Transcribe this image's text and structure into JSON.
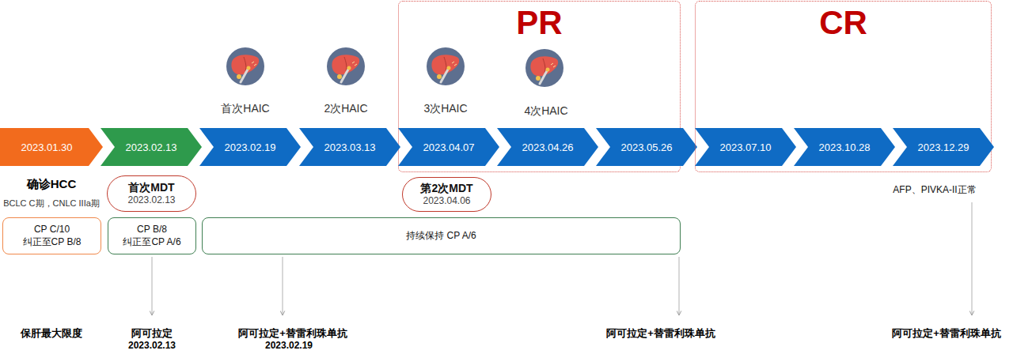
{
  "diagram": {
    "nodes": [
      {
        "text": [
          "PR"
        ]
      },
      {
        "text": [
          "CR"
        ]
      },
      {
        "text": [
          "2023.01.30"
        ]
      },
      {
        "text": [
          "2023.02.13"
        ]
      },
      {
        "text": [
          "2023.02.19"
        ]
      },
      {
        "text": [
          "2023.03.13"
        ]
      },
      {
        "text": [
          "2023.04.07"
        ],
        "in": 0
      },
      {
        "text": [
          "2023.04.26"
        ],
        "in": 0
      },
      {
        "text": [
          "2023.05.26"
        ],
        "in": 0
      },
      {
        "text": [
          "2023.07.10"
        ],
        "in": 1
      },
      {
        "text": [
          "2023.10.28"
        ],
        "in": 1
      },
      {
        "text": [
          "2023.12.29"
        ],
        "in": 1
      },
      {
        "text": [
          "首次MDT",
          "2023.02.13"
        ]
      },
      {
        "text": [
          "第2次MDT",
          "2023.04.06"
        ]
      },
      {
        "text": [
          "CP C/10 纠正至CP B/8"
        ]
      },
      {
        "text": [
          "CP B/8 纠正至CP A/6"
        ]
      },
      {
        "text": [
          "持续保持 CP A/6"
        ]
      }
    ],
    "labels": [
      "首次HAIC",
      "2次HAIC",
      "3次HAIC",
      "4次HAIC",
      "确诊HCC",
      "BCLC C期，CNLC IIIa期",
      "AFP、PIVKA-II正常",
      "保肝最大限度",
      "阿可拉定",
      "2023.02.13",
      "阿可拉定+替雷利珠单抗",
      "2023.02.19",
      "阿可拉定+替雷利珠单抗",
      "阿可拉定+替雷利珠单抗"
    ]
  }
}
